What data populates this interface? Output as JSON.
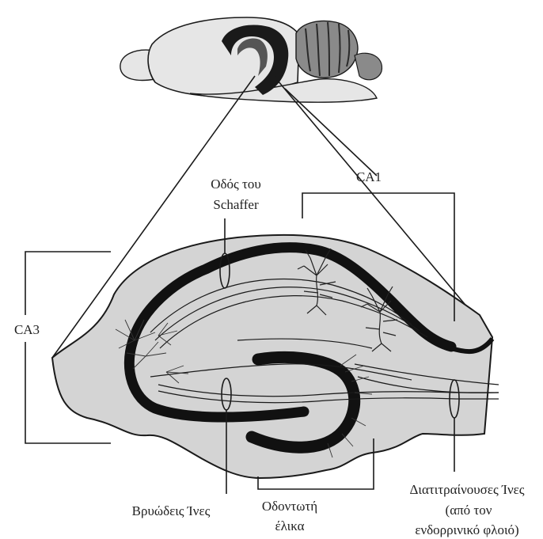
{
  "labels": {
    "schaffer_line1": "Οδός του",
    "schaffer_line2": "Schaffer",
    "ca1": "CA1",
    "ca3": "CA3",
    "mossy": "Βρυώδεις Ίνες",
    "dentate_line1": "Οδοντωτή",
    "dentate_line2": "έλικα",
    "perforant_line1": "Διατιτραίνουσες Ίνες",
    "perforant_line2": "(από τον",
    "perforant_line3": "ενδορρινικό φλοιό)"
  },
  "colors": {
    "tissue": "#d4d4d4",
    "brain": "#e6e6e6",
    "ink": "#1a1a1a",
    "cerebellum": "#8a8a8a"
  }
}
